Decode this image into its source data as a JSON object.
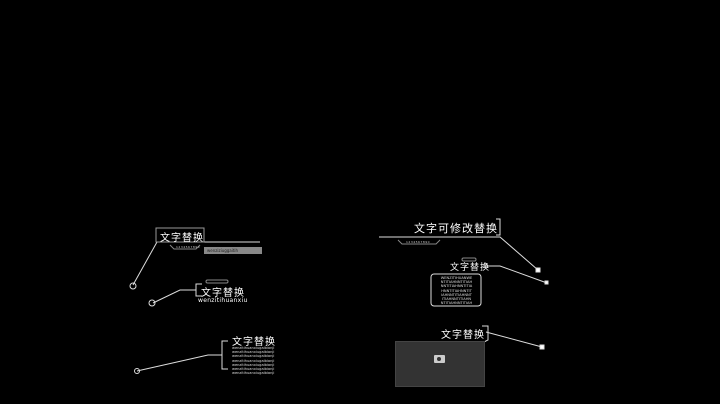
{
  "callout1": {
    "title": "文字替换",
    "code": "1234567890",
    "label": "wenziziuggaitih"
  },
  "callout2": {
    "title": "文字替换",
    "subtitle": "wenzitihuanxiu"
  },
  "callout3": {
    "title": "文字替换",
    "lines": [
      "wenzitihuanxiugaibianji",
      "wenzitihuanxiugaibianji",
      "wenzitihuanxiugaibianji",
      "wenzitihuanxiugaibianji",
      "wenzitihuanxiugaibianji",
      "wenzitihuanxiugaibianji",
      "wenzitihuanxiugaibianji"
    ]
  },
  "callout4": {
    "title": "文字可修改替换",
    "code": "1234567890"
  },
  "callout5": {
    "title": "文字替换",
    "lines": [
      "WENZITIHUANWE",
      "NTITIAHNNTITIAH",
      "NNTITIAHNNTITIA",
      "HNNTITIAHNNTIT",
      "IAHNNTITIAHNNT",
      "ITIAHNNTITIAHN",
      "NTITIAHNNTITIAH"
    ]
  },
  "callout6": {
    "title": "文字替换",
    "icon": "camera-icon"
  }
}
